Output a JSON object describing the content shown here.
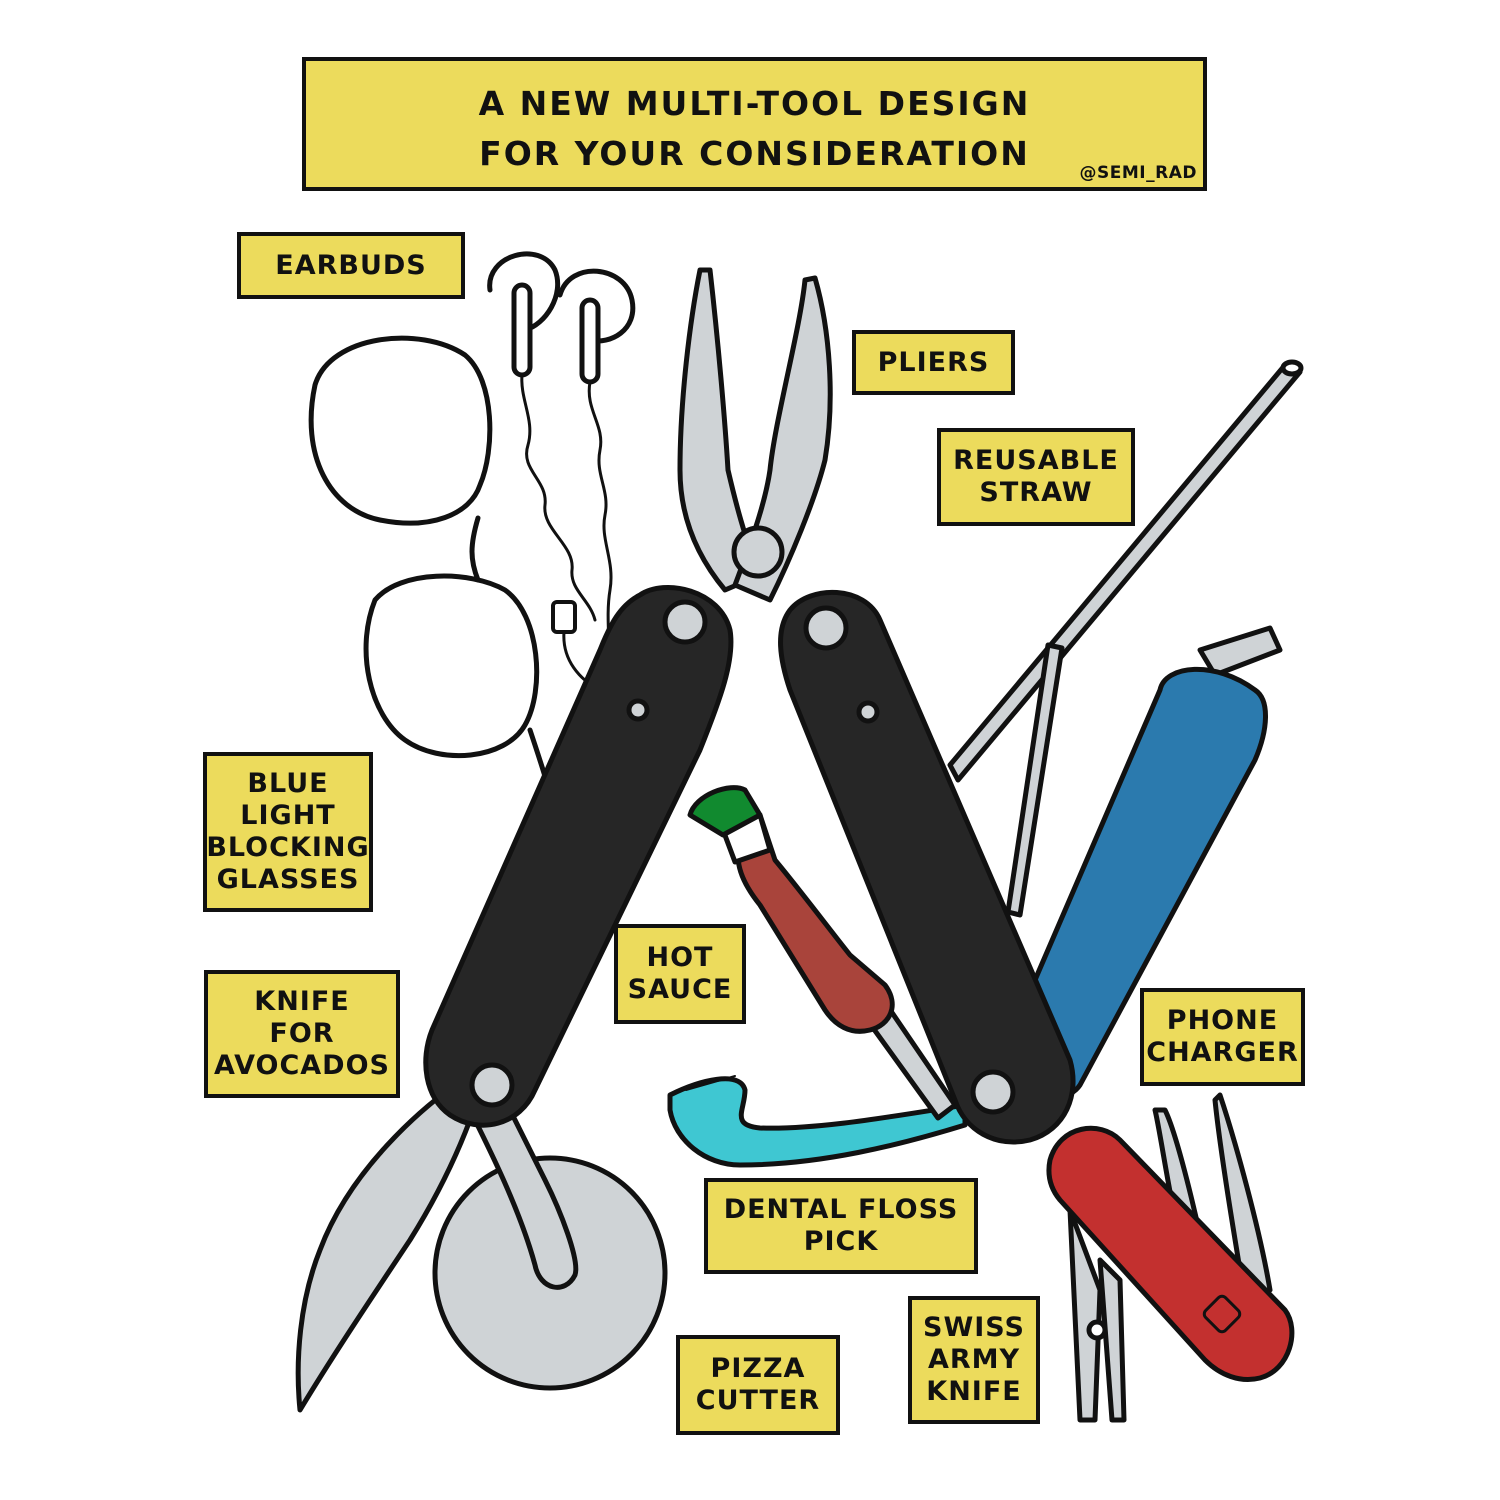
{
  "title": {
    "text": "A NEW MULTI-TOOL DESIGN\nFOR YOUR CONSIDERATION",
    "credit": "@SEMI_RAD"
  },
  "labels": {
    "earbuds": "EARBUDS",
    "pliers": "PLIERS",
    "straw": "REUSABLE\nSTRAW",
    "glasses": "BLUE\nLIGHT\nBLOCKING\nGLASSES",
    "avocado_knife": "KNIFE\nFOR\nAVOCADOS",
    "hot_sauce": "HOT\nSAUCE",
    "phone_charger": "PHONE\nCHARGER",
    "floss_pick": "DENTAL FLOSS\nPICK",
    "pizza_cutter": "PIZZA\nCUTTER",
    "swiss_knife": "SWISS\nARMY\nKNIFE"
  },
  "colors": {
    "label_fill": "#ecdb5c",
    "outline": "#111111",
    "handle": "#262626",
    "metal": "#cfd3d6",
    "charger_blue": "#2b7aae",
    "swiss_red": "#c3302f",
    "sauce_red": "#a9443b",
    "cap_green": "#118a2f",
    "floss_cyan": "#3fc7d2"
  }
}
